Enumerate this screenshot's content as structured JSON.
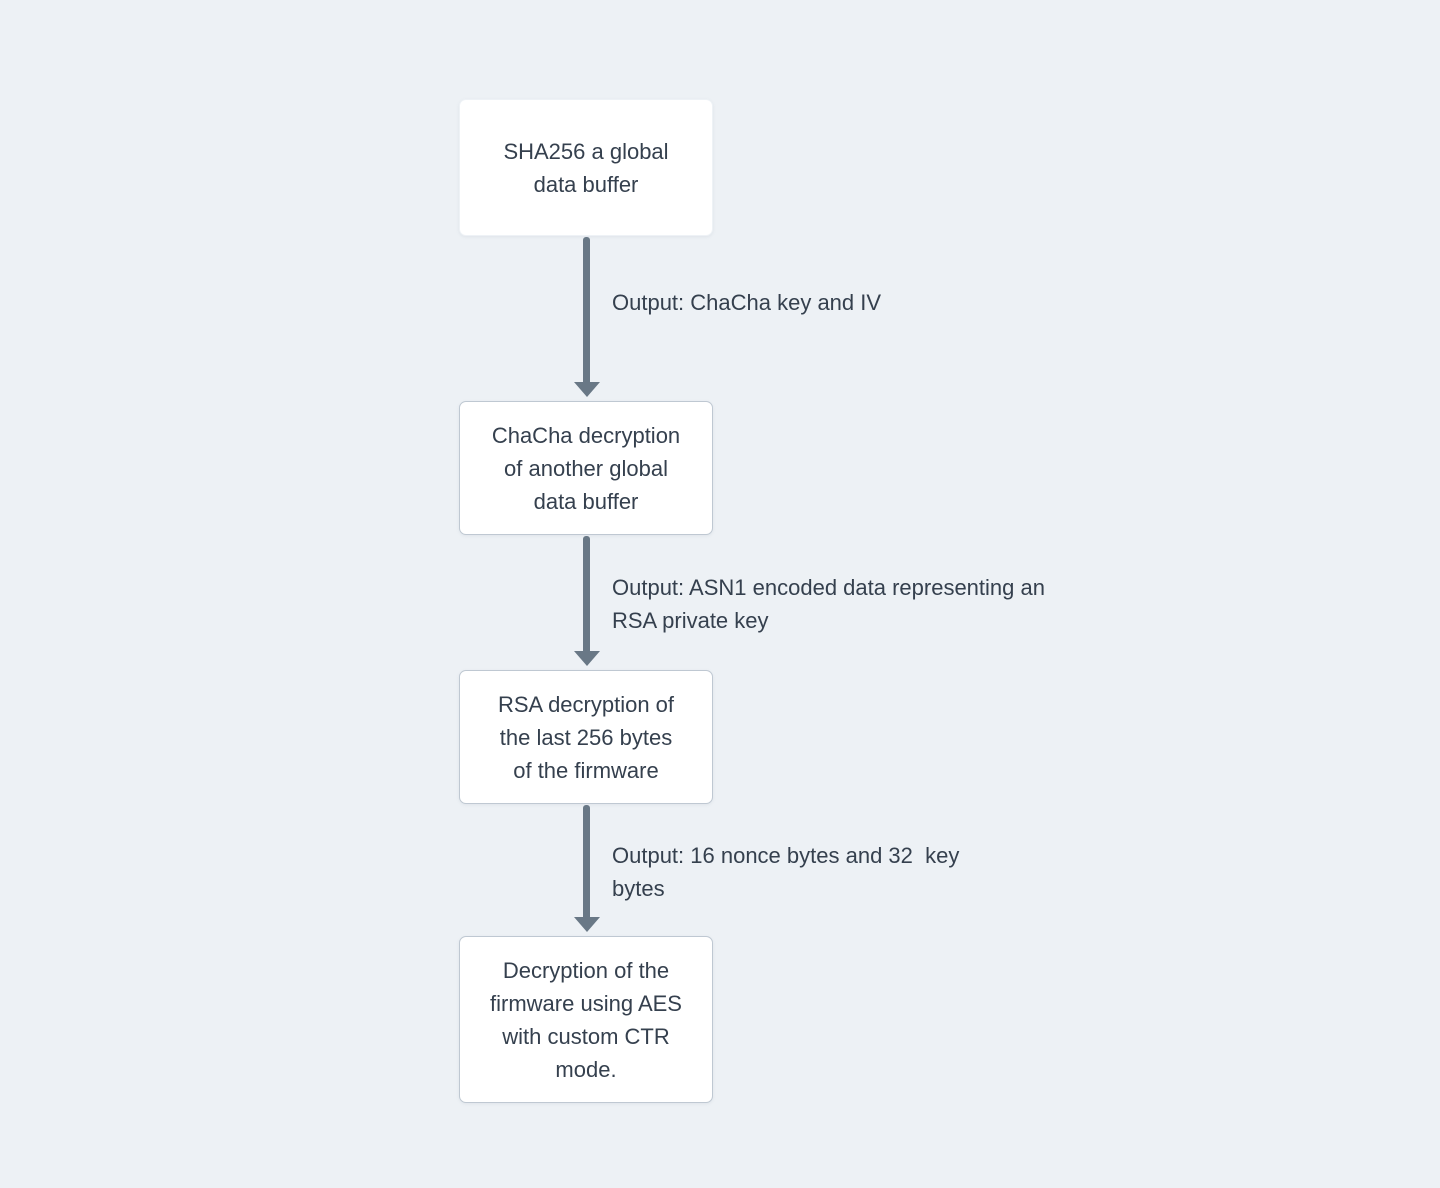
{
  "diagram": {
    "type": "flowchart-top-down",
    "colors": {
      "background": "#edf1f5",
      "node_fill": "#ffffff",
      "node_border": "#bfc8d2",
      "node_border_start": "#eef2f6",
      "arrow": "#697886",
      "text": "#35404e"
    },
    "nodes": [
      {
        "id": "sha256",
        "lines": [
          "SHA256 a global",
          "data buffer"
        ]
      },
      {
        "id": "chacha-decrypt",
        "lines": [
          "ChaCha decryption",
          "of another global",
          "data buffer"
        ]
      },
      {
        "id": "rsa-decrypt",
        "lines": [
          "RSA decryption of",
          "the last 256 bytes",
          "of the firmware"
        ]
      },
      {
        "id": "aes-decrypt",
        "lines": [
          "Decryption of the",
          "firmware using AES",
          "with custom CTR",
          "mode."
        ]
      }
    ],
    "edges": [
      {
        "from": "sha256",
        "to": "chacha-decrypt",
        "lines": [
          "Output: ChaCha key and IV"
        ]
      },
      {
        "from": "chacha-decrypt",
        "to": "rsa-decrypt",
        "lines": [
          "Output: ASN1 encoded data representing an",
          "RSA private key"
        ]
      },
      {
        "from": "rsa-decrypt",
        "to": "aes-decrypt",
        "lines": [
          "Output: 16 nonce bytes and 32  key",
          "bytes"
        ]
      }
    ]
  }
}
